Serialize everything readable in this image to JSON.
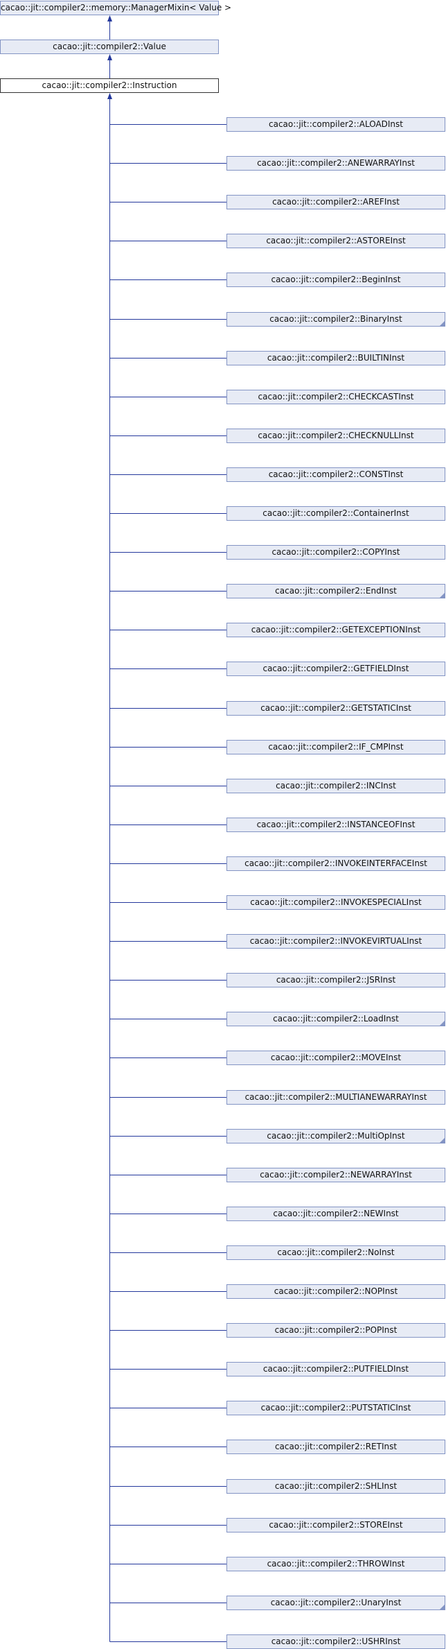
{
  "bases": [
    {
      "label": "cacao::jit::compiler2::memory::ManagerMixin< Value >"
    },
    {
      "label": "cacao::jit::compiler2::Value"
    }
  ],
  "current": {
    "label": "cacao::jit::compiler2::Instruction"
  },
  "derived": [
    {
      "label": "cacao::jit::compiler2::ALOADInst",
      "has_children": false
    },
    {
      "label": "cacao::jit::compiler2::ANEWARRAYInst",
      "has_children": false
    },
    {
      "label": "cacao::jit::compiler2::AREFInst",
      "has_children": false
    },
    {
      "label": "cacao::jit::compiler2::ASTOREInst",
      "has_children": false
    },
    {
      "label": "cacao::jit::compiler2::BeginInst",
      "has_children": false
    },
    {
      "label": "cacao::jit::compiler2::BinaryInst",
      "has_children": true
    },
    {
      "label": "cacao::jit::compiler2::BUILTINInst",
      "has_children": false
    },
    {
      "label": "cacao::jit::compiler2::CHECKCASTInst",
      "has_children": false
    },
    {
      "label": "cacao::jit::compiler2::CHECKNULLInst",
      "has_children": false
    },
    {
      "label": "cacao::jit::compiler2::CONSTInst",
      "has_children": false
    },
    {
      "label": "cacao::jit::compiler2::ContainerInst",
      "has_children": false
    },
    {
      "label": "cacao::jit::compiler2::COPYInst",
      "has_children": false
    },
    {
      "label": "cacao::jit::compiler2::EndInst",
      "has_children": true
    },
    {
      "label": "cacao::jit::compiler2::GETEXCEPTIONInst",
      "has_children": false
    },
    {
      "label": "cacao::jit::compiler2::GETFIELDInst",
      "has_children": false
    },
    {
      "label": "cacao::jit::compiler2::GETSTATICInst",
      "has_children": false
    },
    {
      "label": "cacao::jit::compiler2::IF_CMPInst",
      "has_children": false
    },
    {
      "label": "cacao::jit::compiler2::INCInst",
      "has_children": false
    },
    {
      "label": "cacao::jit::compiler2::INSTANCEOFInst",
      "has_children": false
    },
    {
      "label": "cacao::jit::compiler2::INVOKEINTERFACEInst",
      "has_children": false
    },
    {
      "label": "cacao::jit::compiler2::INVOKESPECIALInst",
      "has_children": false
    },
    {
      "label": "cacao::jit::compiler2::INVOKEVIRTUALInst",
      "has_children": false
    },
    {
      "label": "cacao::jit::compiler2::JSRInst",
      "has_children": false
    },
    {
      "label": "cacao::jit::compiler2::LoadInst",
      "has_children": true
    },
    {
      "label": "cacao::jit::compiler2::MOVEInst",
      "has_children": false
    },
    {
      "label": "cacao::jit::compiler2::MULTIANEWARRAYInst",
      "has_children": false
    },
    {
      "label": "cacao::jit::compiler2::MultiOpInst",
      "has_children": true
    },
    {
      "label": "cacao::jit::compiler2::NEWARRAYInst",
      "has_children": false
    },
    {
      "label": "cacao::jit::compiler2::NEWInst",
      "has_children": false
    },
    {
      "label": "cacao::jit::compiler2::NoInst",
      "has_children": false
    },
    {
      "label": "cacao::jit::compiler2::NOPInst",
      "has_children": false
    },
    {
      "label": "cacao::jit::compiler2::POPInst",
      "has_children": false
    },
    {
      "label": "cacao::jit::compiler2::PUTFIELDInst",
      "has_children": false
    },
    {
      "label": "cacao::jit::compiler2::PUTSTATICInst",
      "has_children": false
    },
    {
      "label": "cacao::jit::compiler2::RETInst",
      "has_children": false
    },
    {
      "label": "cacao::jit::compiler2::SHLInst",
      "has_children": false
    },
    {
      "label": "cacao::jit::compiler2::STOREInst",
      "has_children": false
    },
    {
      "label": "cacao::jit::compiler2::THROWInst",
      "has_children": false
    },
    {
      "label": "cacao::jit::compiler2::UnaryInst",
      "has_children": true
    },
    {
      "label": "cacao::jit::compiler2::USHRInst",
      "has_children": false
    }
  ],
  "colors": {
    "node_fill": "#e7ebf5",
    "node_border": "#8394c4",
    "current_fill": "#ffffff",
    "current_border": "#333333",
    "edge": "#24389c",
    "text": "#111111"
  }
}
